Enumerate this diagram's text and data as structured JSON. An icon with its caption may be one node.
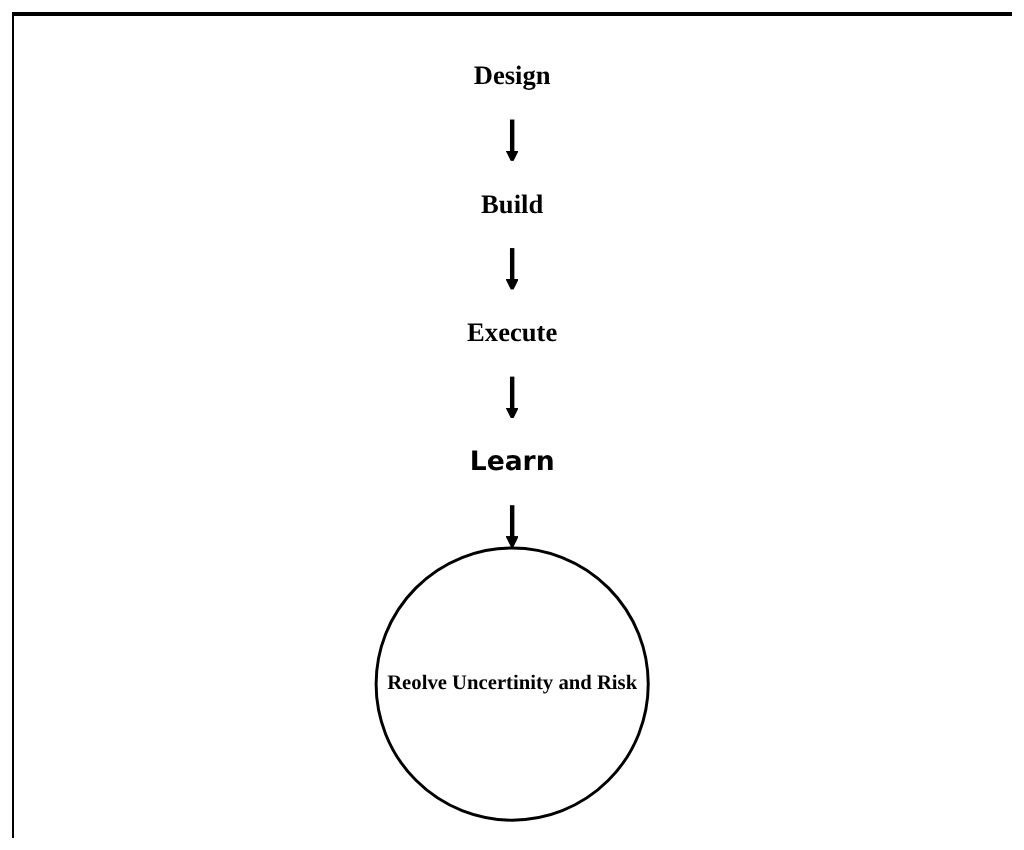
{
  "diagram": {
    "nodes": [
      {
        "text": [
          "Design"
        ]
      },
      {
        "text": [
          "Build"
        ]
      },
      {
        "text": [
          "Execute"
        ]
      },
      {
        "text": [
          "Learn"
        ]
      },
      {
        "text": [
          "Reolve Uncertinity and Risk"
        ]
      }
    ],
    "edges": [
      {
        "from": 0,
        "to": 1,
        "arrow": "to"
      },
      {
        "from": 1,
        "to": 2,
        "arrow": "to"
      },
      {
        "from": 2,
        "to": 3,
        "arrow": "to"
      },
      {
        "from": 3,
        "to": 4,
        "arrow": "to"
      }
    ]
  }
}
